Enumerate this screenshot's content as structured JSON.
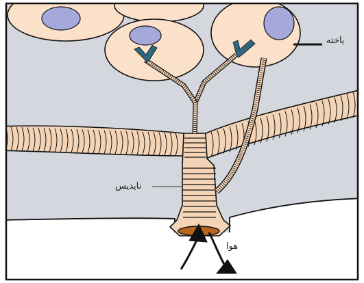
{
  "labels": {
    "cell": "یاخته",
    "tracheole": "نایدیس",
    "air": "هوا"
  },
  "colors": {
    "tissue": "#d4d7de",
    "cell": "#fbe1c9",
    "nucleus": "#a5a8da",
    "trachea": "#f4d4b6",
    "tracheole_end": "#2f6680",
    "spiracle": "#b5651d",
    "outline": "#111111"
  }
}
